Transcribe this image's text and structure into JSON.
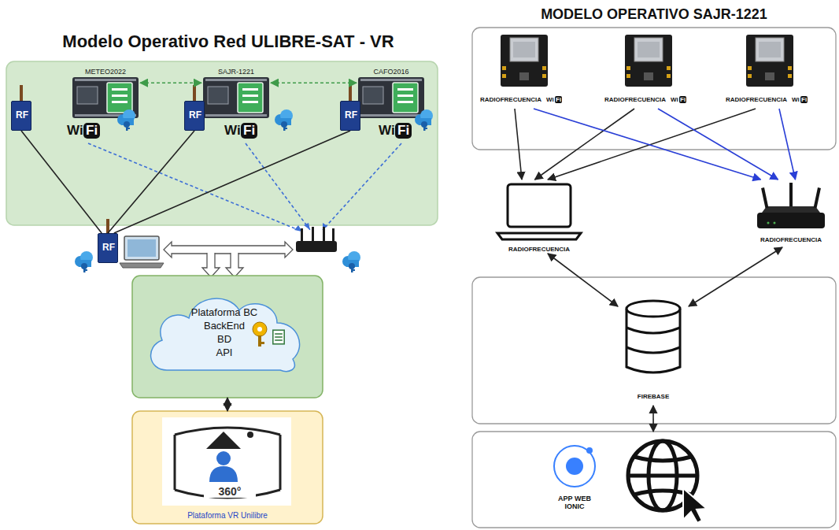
{
  "diagram": {
    "title": "Modelo Operativo Red ULIBRE-SAT - VR",
    "nodes": [
      {
        "text": [
          "METEO2022"
        ]
      },
      {
        "text": [
          "RF"
        ]
      },
      {
        "text": [
          "Wi",
          "Fi"
        ]
      },
      {
        "text": [
          "SAJR-1221"
        ]
      },
      {
        "text": [
          "RF"
        ]
      },
      {
        "text": [
          "Wi",
          "Fi"
        ]
      },
      {
        "text": [
          "CAFO2016"
        ]
      },
      {
        "text": [
          "RF"
        ]
      },
      {
        "text": [
          "Wi",
          "Fi"
        ]
      },
      {
        "text": [
          "RF"
        ]
      },
      {
        "text": [
          "Plataforma BC",
          "BackEnd",
          "BD",
          "API"
        ]
      },
      {
        "text": [
          "360°",
          "Plataforma VR Unilibre"
        ]
      },
      {
        "text": [
          "RADIOFRECUENCIA",
          "Wi",
          "Fi"
        ]
      },
      {
        "text": [
          "RADIOFRECUENCIA",
          "Wi",
          "Fi"
        ]
      },
      {
        "text": [
          "RADIOFRECUENCIA",
          "Wi",
          "Fi"
        ]
      },
      {
        "text": [
          "RADIOFRECUENCIA"
        ]
      },
      {
        "text": [
          "RADIOFRECUENCIA"
        ]
      },
      {
        "text": [
          "FIREBASE"
        ]
      },
      {
        "text": [
          "APP WEB IONIC"
        ]
      }
    ],
    "edges": [
      {
        "from": 0,
        "to": 3,
        "arrow": "both"
      },
      {
        "from": 3,
        "to": 6,
        "arrow": "both"
      },
      {
        "from": 1,
        "to": 9,
        "arrow": "none"
      },
      {
        "from": 4,
        "to": 9,
        "arrow": "none"
      },
      {
        "from": 7,
        "to": 9,
        "arrow": "none"
      },
      {
        "from": 10,
        "to": 11,
        "arrow": "both"
      },
      {
        "from": 12,
        "to": 15,
        "arrow": "to"
      },
      {
        "from": 13,
        "to": 15,
        "arrow": "to"
      },
      {
        "from": 14,
        "to": 15,
        "arrow": "to"
      },
      {
        "from": 12,
        "to": 16,
        "arrow": "to"
      },
      {
        "from": 13,
        "to": 16,
        "arrow": "to"
      },
      {
        "from": 14,
        "to": 16,
        "arrow": "to"
      },
      {
        "from": 15,
        "to": 17,
        "arrow": "both"
      },
      {
        "from": 16,
        "to": 17,
        "arrow": "both"
      },
      {
        "from": 17,
        "to": 18,
        "arrow": "both"
      }
    ],
    "labels": [
      "MODELO OPERATIVO SAJR-1221"
    ]
  }
}
